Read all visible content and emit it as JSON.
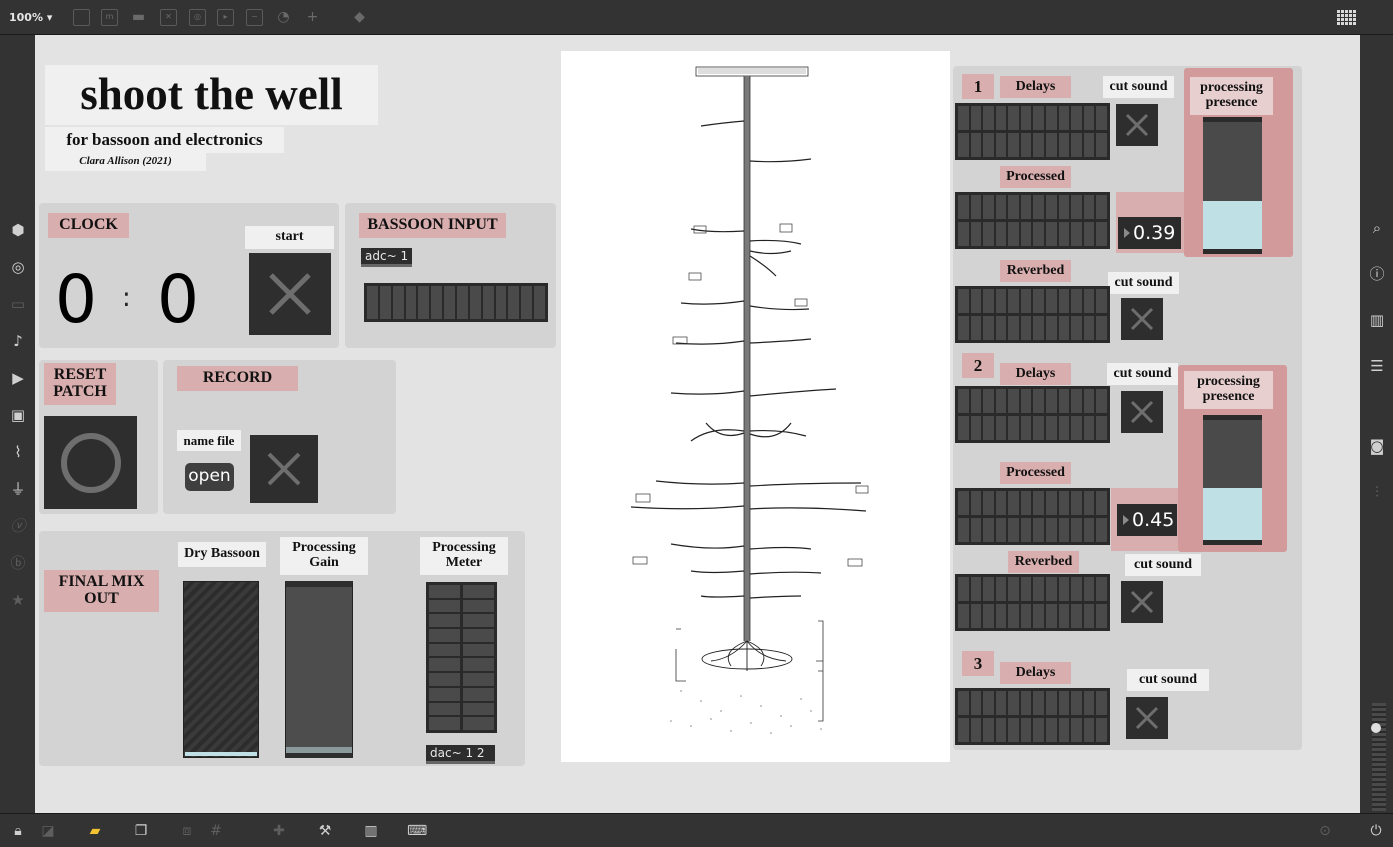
{
  "toolbar": {
    "zoom": "100%"
  },
  "title": {
    "main": "shoot the well",
    "subtitle": "for bassoon and electronics",
    "composer": "Clara Allison (2021)"
  },
  "clock": {
    "label": "CLOCK",
    "minutes": "0",
    "separator": ":",
    "seconds": "0",
    "start_label": "start"
  },
  "bassoon_input": {
    "label": "BASSOON INPUT",
    "object": "adc~ 1"
  },
  "reset": {
    "label": "RESET PATCH"
  },
  "record": {
    "label": "RECORD",
    "name_label": "name file",
    "open_label": "open"
  },
  "final_mix": {
    "label": "FINAL MIX OUT",
    "dry_label": "Dry Bassoon",
    "gain_label": "Processing Gain",
    "meter_label": "Processing Meter",
    "dac_object": "dac~ 1 2"
  },
  "channels": [
    {
      "number": "1",
      "delays_label": "Delays",
      "cut_label_1": "cut sound",
      "processed_label": "Processed",
      "value": "0.39",
      "reverbed_label": "Reverbed",
      "cut_label_2": "cut sound",
      "presence_label": "processing presence",
      "presence_level": 0.39
    },
    {
      "number": "2",
      "delays_label": "Delays",
      "cut_label_1": "cut sound",
      "processed_label": "Processed",
      "value": "0.45",
      "reverbed_label": "Reverbed",
      "cut_label_2": "cut sound",
      "presence_label": "processing presence",
      "presence_level": 0.45
    },
    {
      "number": "3",
      "delays_label": "Delays",
      "cut_label_1": "cut sound"
    }
  ],
  "colors": {
    "accent_pink": "#d9aeae",
    "presence_fill": "#bfe0e4",
    "canvas": "#e3e3e3"
  },
  "icons": {
    "left": [
      "cube-icon",
      "target-icon",
      "device-icon",
      "music-note-icon",
      "play-list-icon",
      "image-icon",
      "paperclip-icon",
      "plug-icon",
      "v-icon",
      "b-icon",
      "star-icon"
    ],
    "right": [
      "search-icon",
      "info-icon",
      "book-icon",
      "list-icon",
      "camera-icon",
      "mixer-icon"
    ],
    "bottom": [
      "lock-icon",
      "edit-icon",
      "comment-icon",
      "windows-icon",
      "presentation-icon",
      "grid-icon",
      "add-pin-icon",
      "wrench-icon",
      "piano-icon",
      "keyboard-icon",
      "play-circle-icon",
      "power-icon"
    ]
  }
}
